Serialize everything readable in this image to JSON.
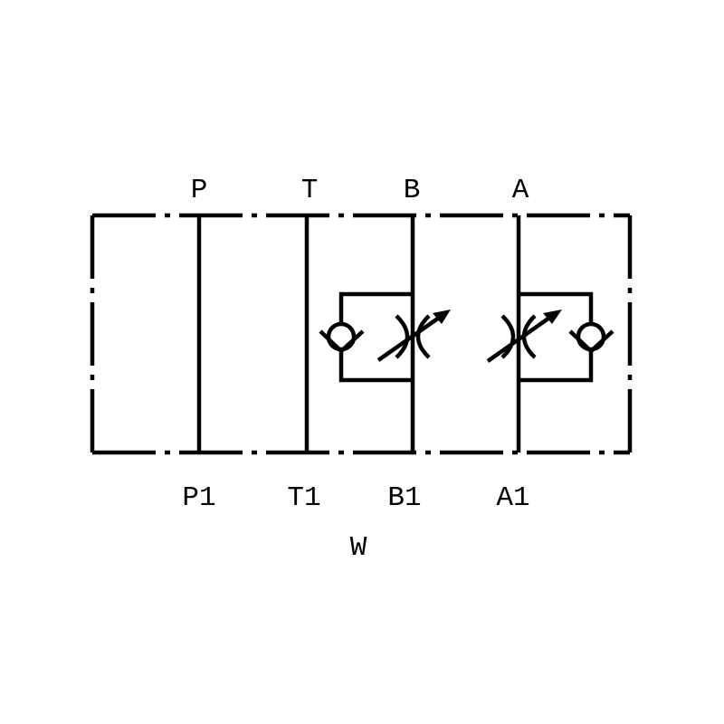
{
  "diagram": {
    "type": "hydraulic valve symbol - double check / throttle valve plate",
    "ports_top": [
      "P",
      "T",
      "B",
      "A"
    ],
    "ports_bottom": [
      "P1",
      "T1",
      "B1",
      "A1"
    ],
    "variant_label": "W",
    "line_color": "#000000",
    "background": "#ffffff"
  }
}
